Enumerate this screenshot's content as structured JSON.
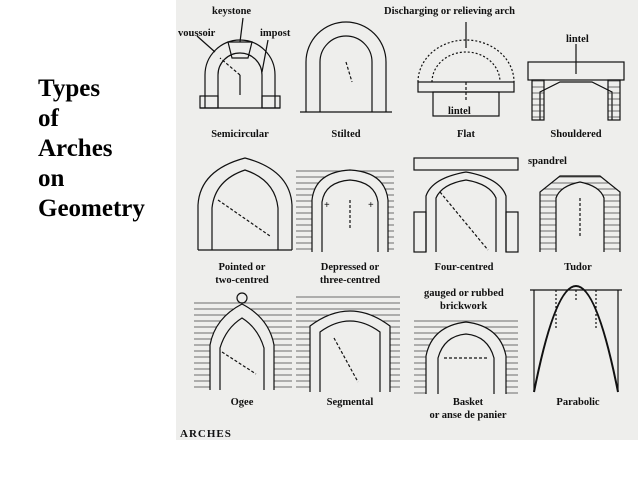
{
  "title_lines": [
    "Types",
    "of",
    "Arches",
    "on",
    "Geometry"
  ],
  "labels": {
    "keystone": "keystone",
    "voussoir": "voussoir",
    "impost": "impost",
    "discharging": "Discharging or relieving arch",
    "lintel_top": "lintel",
    "lintel_inner": "lintel",
    "spandrel": "spandrel",
    "gauged_1": "gauged or rubbed",
    "gauged_2": "brickwork"
  },
  "arches": [
    {
      "line1": "Semicircular",
      "line2": ""
    },
    {
      "line1": "Stilted",
      "line2": ""
    },
    {
      "line1": "Flat",
      "line2": ""
    },
    {
      "line1": "Shouldered",
      "line2": ""
    },
    {
      "line1": "Pointed or",
      "line2": "two-centred"
    },
    {
      "line1": "Depressed or",
      "line2": "three-centred"
    },
    {
      "line1": "Four-centred",
      "line2": ""
    },
    {
      "line1": "Tudor",
      "line2": ""
    },
    {
      "line1": "Ogee",
      "line2": ""
    },
    {
      "line1": "Segmental",
      "line2": ""
    },
    {
      "line1": "Basket",
      "line2": "or anse de panier"
    },
    {
      "line1": "Parabolic",
      "line2": ""
    }
  ],
  "footer": "ARCHES",
  "colors": {
    "panel": "#eeeeec",
    "ink": "#111111",
    "text": "#000000"
  }
}
